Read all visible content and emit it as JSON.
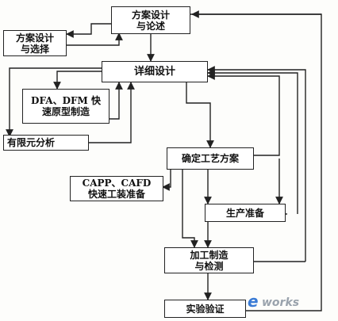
{
  "nodes": {
    "scheme_design": "方案设计\n与论述",
    "scheme_select": "方案设计\n与选择",
    "detail_design": "详细设计",
    "dfa_dfm": "DFA、DFM 快\n速原型制造",
    "fea": "有限元分析",
    "process_plan": "确定工艺方案",
    "capp_cafd": "CAPP、CAFD\n快速工装准备",
    "prod_prep": "生产准备",
    "machining": "加工制造\n与检测",
    "verification": "实验验证"
  },
  "watermark": {
    "brand_e": "e",
    "brand_text": "works",
    "brand_colors": [
      "#3a7bd5",
      "#e08a2c",
      "#9aa3ad"
    ]
  }
}
